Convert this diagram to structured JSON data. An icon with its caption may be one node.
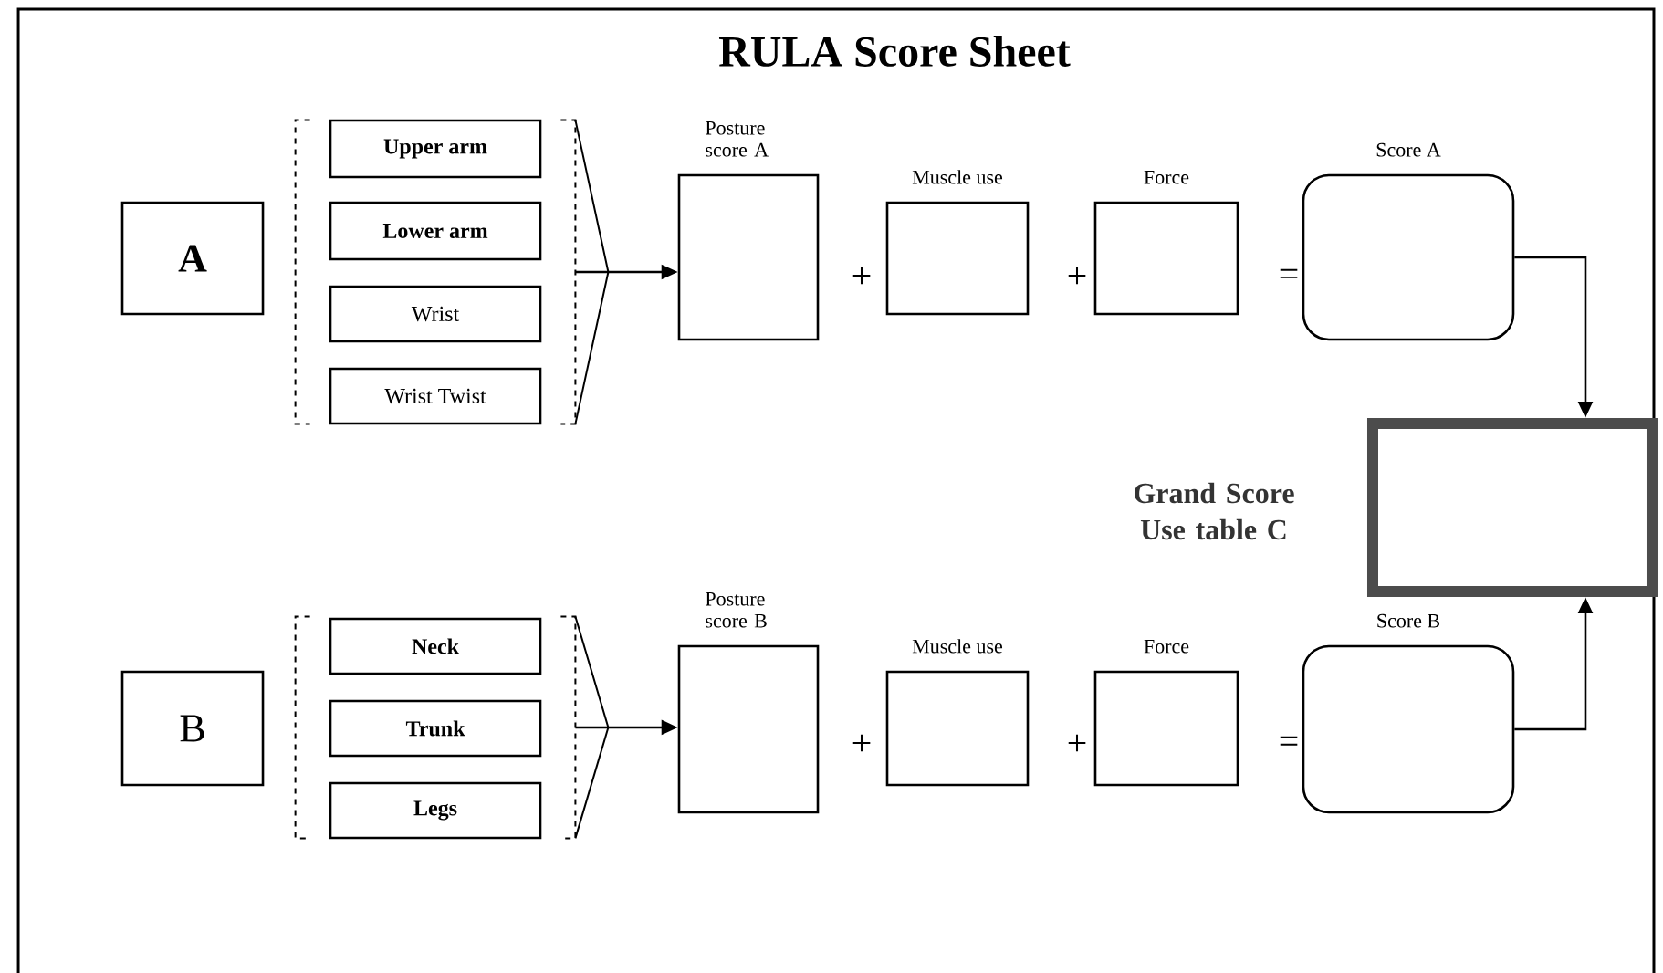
{
  "diagram": {
    "title": "RULA Score Sheet",
    "nodes": [
      {
        "text": [
          "A"
        ]
      },
      {
        "text": [],
        "shape": "box"
      },
      {
        "text": [
          "Upper arm"
        ],
        "in": 1
      },
      {
        "text": [
          "Lower arm"
        ],
        "in": 1
      },
      {
        "text": [
          "Wrist"
        ],
        "in": 1
      },
      {
        "text": [
          "Wrist Twist"
        ],
        "in": 1
      },
      {
        "text": [
          "Posture score A"
        ]
      },
      {
        "text": [
          "Muscle use"
        ]
      },
      {
        "text": [
          "Force"
        ]
      },
      {
        "text": [
          "Score A"
        ]
      },
      {
        "text": [
          "Grand Score Use table C"
        ]
      },
      {
        "text": [
          "B"
        ]
      },
      {
        "text": [],
        "shape": "box"
      },
      {
        "text": [
          "Neck"
        ],
        "in": 12
      },
      {
        "text": [
          "Trunk"
        ],
        "in": 12
      },
      {
        "text": [
          "Legs"
        ],
        "in": 12
      },
      {
        "text": [
          "Posture score B"
        ]
      },
      {
        "text": [
          "Muscle use"
        ]
      },
      {
        "text": [
          "Force"
        ]
      },
      {
        "text": [
          "Score B"
        ]
      }
    ],
    "edges": [
      {
        "from": 1,
        "to": 6,
        "arrow": "to"
      },
      {
        "from": 9,
        "to": 10,
        "arrow": "to"
      },
      {
        "from": 19,
        "to": 10,
        "arrow": "to"
      },
      {
        "from": 12,
        "to": 16,
        "arrow": "to"
      }
    ],
    "labels": [
      "+",
      "+",
      "=",
      "+",
      "+",
      "="
    ]
  }
}
